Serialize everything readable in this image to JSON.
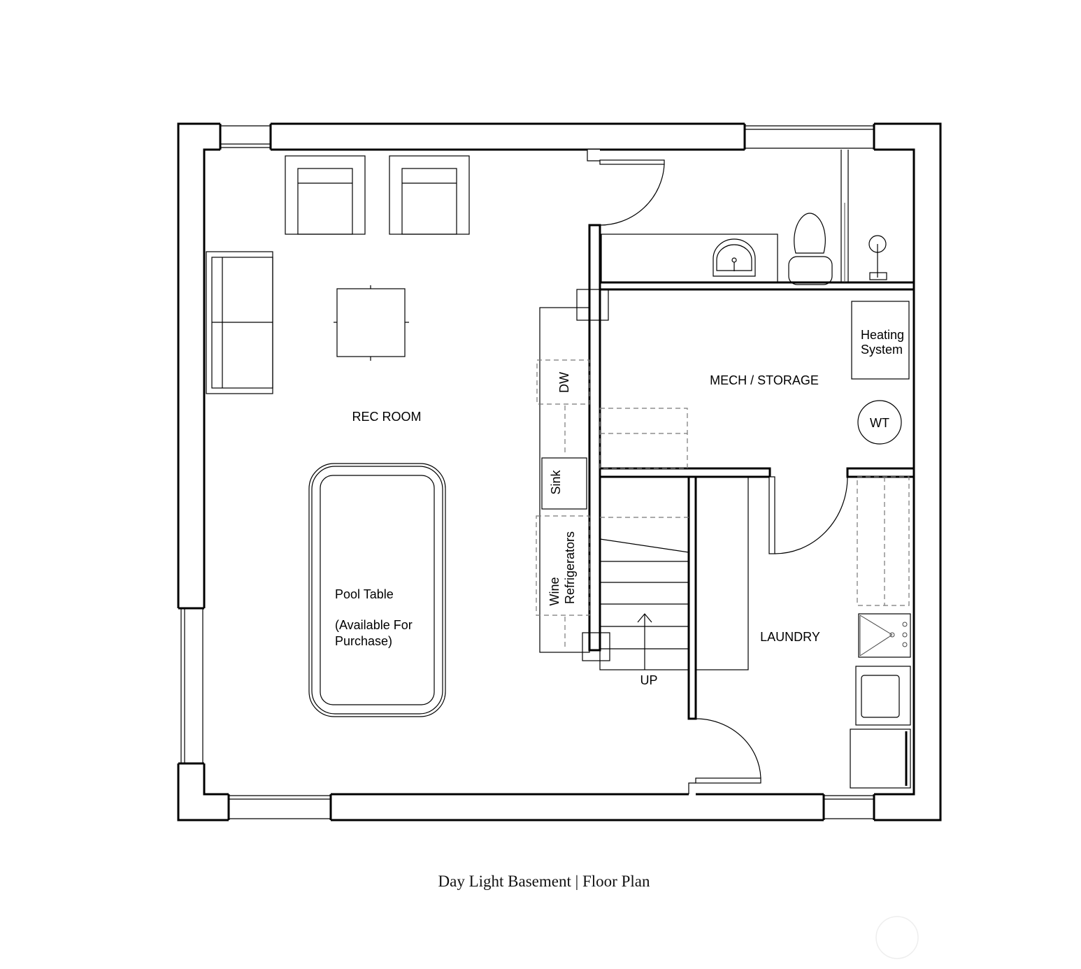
{
  "plan": {
    "caption": "Day Light Basement | Floor Plan",
    "rooms": {
      "rec_room": "REC ROOM",
      "mech_storage": "MECH / STORAGE",
      "laundry": "LAUNDRY"
    },
    "fixtures": {
      "heating_line1": "Heating",
      "heating_line2": "System",
      "water_tank": "WT",
      "dishwasher": "DW",
      "sink": "Sink",
      "wine_line1": "Wine",
      "wine_line2": "Refrigerators",
      "stairs": "UP",
      "pool_table": "Pool Table",
      "pool_note_line1": "(Available For",
      "pool_note_line2": "Purchase)"
    }
  }
}
